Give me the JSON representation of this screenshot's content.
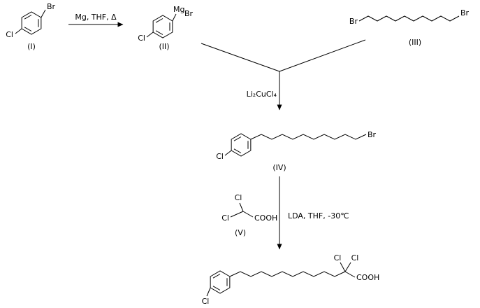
{
  "scheme": {
    "compound_1": {
      "label": "(I)",
      "br": "Br",
      "cl": "Cl"
    },
    "arrow_1": {
      "reagents": "Mg, THF, Δ"
    },
    "compound_2": {
      "label": "(II)",
      "mg": "Mg",
      "br": "Br",
      "cl": "Cl"
    },
    "compound_3": {
      "label": "(III)",
      "br_left": "Br",
      "br_right": "Br"
    },
    "arrow_2": {
      "reagents": "Li₂CuCl₄"
    },
    "compound_4": {
      "label": "(IV)",
      "cl": "Cl",
      "br": "Br"
    },
    "compound_5": {
      "label": "(V)",
      "cl_top": "Cl",
      "cl_left": "Cl",
      "cooh": "COOH"
    },
    "arrow_3": {
      "reagents": "LDA, THF, -30℃"
    },
    "product": {
      "cl_ring": "Cl",
      "cl_gem_left": "Cl",
      "cl_gem_right": "Cl",
      "cooh": "COOH"
    }
  },
  "colors": {
    "line": "#000000",
    "text": "#000000",
    "background": "#ffffff"
  }
}
